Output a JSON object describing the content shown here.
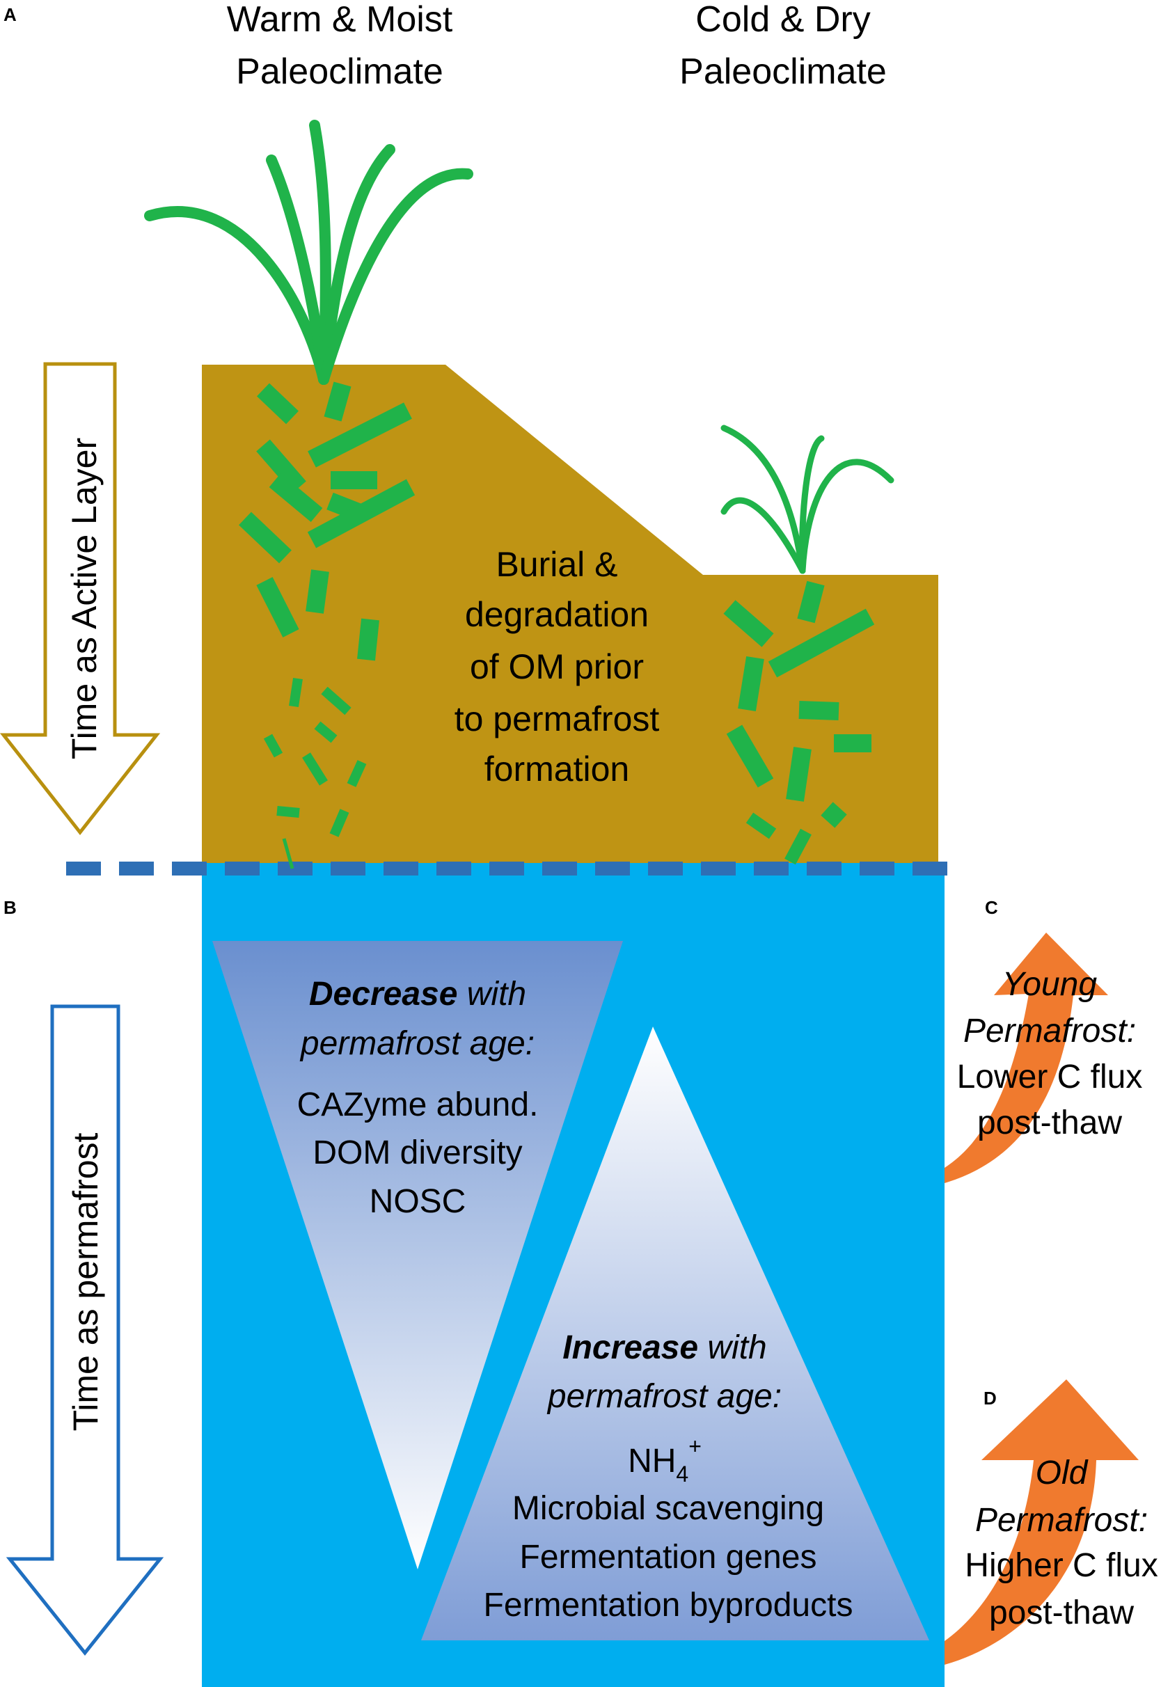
{
  "panels": {
    "a": "A",
    "b": "B",
    "c": "C",
    "d": "D"
  },
  "top": {
    "warm_line1": "Warm & Moist",
    "warm_line2": "Paleoclimate",
    "cold_line1": "Cold & Dry",
    "cold_line2": "Paleoclimate",
    "burial_lines": [
      "Burial &",
      "degradation",
      "of OM prior",
      "to permafrost",
      "formation"
    ],
    "active_layer_arrow": "Time as Active Layer"
  },
  "bottom": {
    "permafrost_arrow": "Time as permafrost",
    "decrease": {
      "heading_bold": "Decrease",
      "heading_rest": " with",
      "heading_line2": "permafrost age:",
      "items": [
        "CAZyme abund.",
        "DOM diversity",
        "NOSC"
      ]
    },
    "increase": {
      "heading_bold": "Increase",
      "heading_rest": " with",
      "heading_line2": "permafrost age:",
      "nh4_base": "NH",
      "nh4_sub": "4",
      "nh4_sup": "+",
      "items": [
        "Microbial scavenging",
        "Fermentation  genes",
        "Fermentation byproducts"
      ]
    }
  },
  "flux": {
    "young_line1": "Young",
    "young_line2": "Permafrost:",
    "young_line3": "Lower C flux",
    "young_line4": "post-thaw",
    "old_line1": "Old",
    "old_line2": "Permafrost:",
    "old_line3": "Higher C flux",
    "old_line4": "post-thaw"
  },
  "colors": {
    "soil": "#BF9414",
    "vegetation": "#20B34A",
    "permafrost": "#00AEEF",
    "boundary_dash": "#2E6FB5",
    "active_arrow_outline": "#B8900F",
    "permafrost_arrow_outline": "#1F6FC0",
    "flux_arrow": "#F07A2E",
    "gradient_dark": "#6A8FCF"
  }
}
